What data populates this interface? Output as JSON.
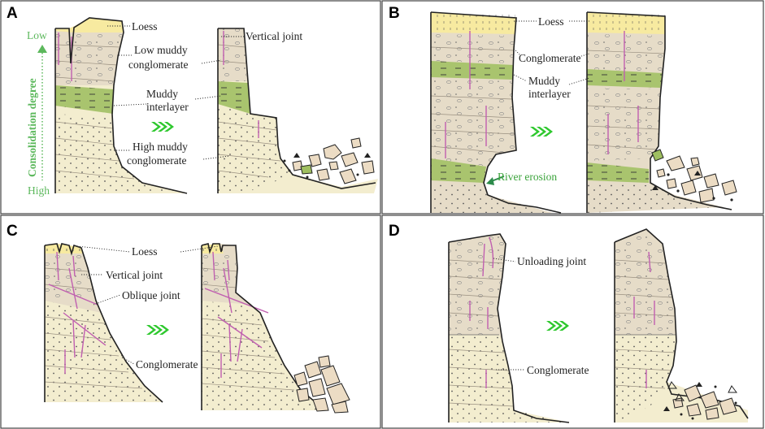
{
  "panels": [
    {
      "letter": "A",
      "labels": {
        "loess": "Loess",
        "vertical_joint": "Vertical joint",
        "low_muddy_1": "Low muddy",
        "low_muddy_2": "conglomerate",
        "muddy_interlayer_1": "Muddy",
        "muddy_interlayer_2": "interlayer",
        "high_muddy_1": "High muddy",
        "high_muddy_2": "conglomerate"
      },
      "axis": {
        "title": "Consolidation degree",
        "low": "Low",
        "high": "High"
      }
    },
    {
      "letter": "B",
      "labels": {
        "loess": "Loess",
        "conglomerate": "Conglomerate",
        "muddy_interlayer_1": "Muddy",
        "muddy_interlayer_2": "interlayer",
        "river_erosion": "River erosion"
      }
    },
    {
      "letter": "C",
      "labels": {
        "loess": "Loess",
        "vertical_joint": "Vertical joint",
        "oblique_joint": "Oblique joint",
        "conglomerate": "Conglomerate"
      }
    },
    {
      "letter": "D",
      "labels": {
        "unloading_joint": "Unloading joint",
        "conglomerate": "Conglomerate"
      }
    }
  ],
  "colors": {
    "loess": "#f7eaa0",
    "conglomerate_low": "#e6dcc8",
    "conglomerate_high": "#f3edcf",
    "muddy_interlayer": "#a9c46e",
    "joint": "#c05fb0",
    "arrow": "#2ec82e",
    "axis": "#5cb85c"
  },
  "icons": {
    "process_arrow": "triple-chevron-right-icon"
  }
}
